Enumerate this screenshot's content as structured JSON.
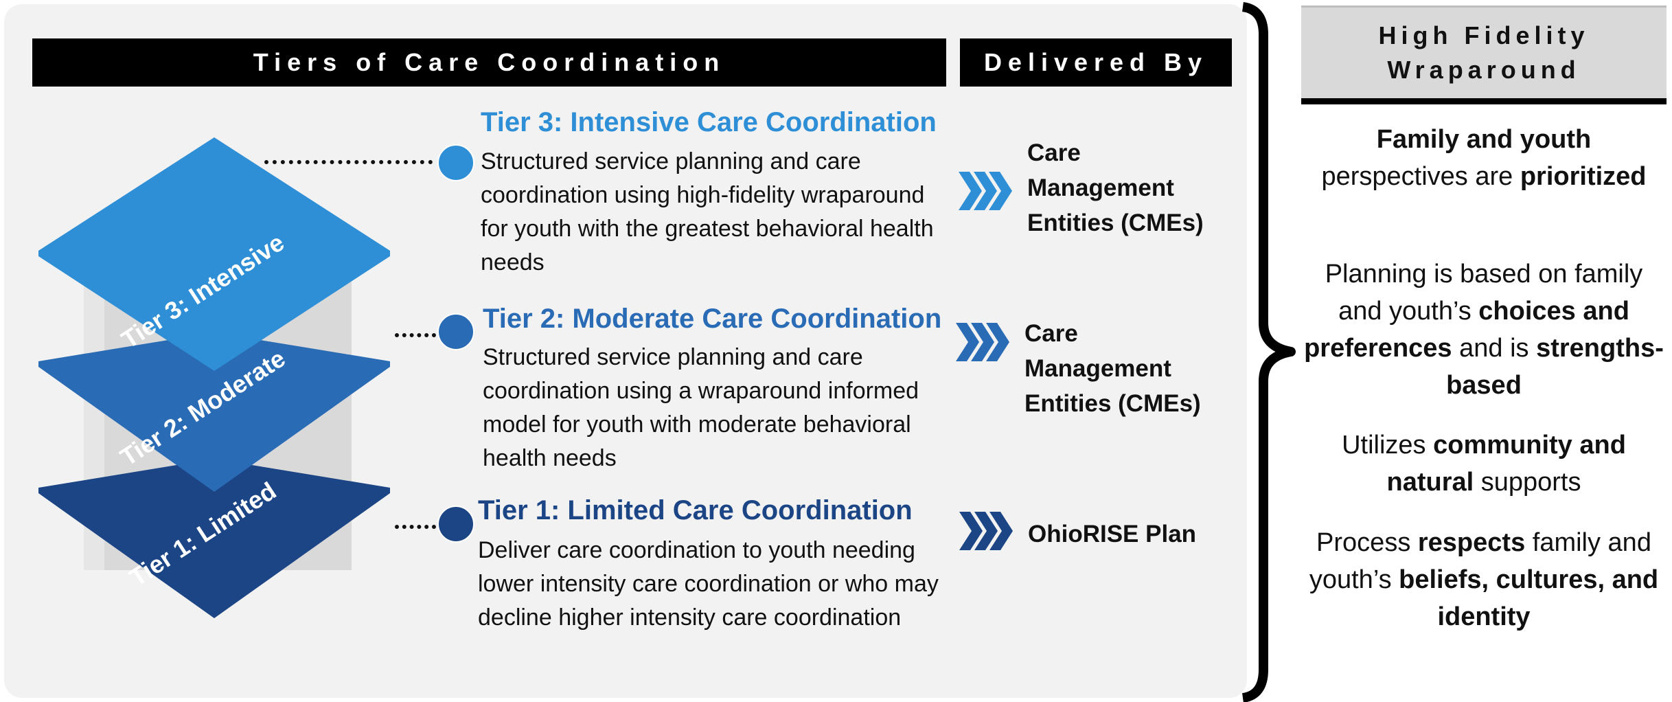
{
  "header": {
    "tiers_title": "Tiers of Care Coordination",
    "delivered_title": "Delivered By"
  },
  "colors": {
    "tier3": "#2f8fd6",
    "tier2": "#2a6bb5",
    "tier1": "#1c4586",
    "background": "#f2f2f2",
    "header_bg": "#000000",
    "side_header_bg": "#d9d9d9"
  },
  "stack_labels": {
    "tier3": "Tier 3: Intensive",
    "tier2": "Tier 2: Moderate",
    "tier1": "Tier 1: Limited"
  },
  "tiers": [
    {
      "title": "Tier 3: Intensive Care Coordination",
      "description": "Structured service planning and care coordination using high-fidelity wraparound for youth with the greatest behavioral health needs",
      "delivered_by": "Care Management Entities (CMEs)"
    },
    {
      "title": "Tier 2: Moderate Care Coordination",
      "description": "Structured service planning and care coordination using a wraparound informed model for youth with moderate behavioral health needs",
      "delivered_by": "Care Management Entities (CMEs)"
    },
    {
      "title": "Tier 1: Limited Care Coordination",
      "description": "Deliver care coordination to youth needing lower intensity care coordination or who may decline higher intensity care coordination",
      "delivered_by": "OhioRISE Plan"
    }
  ],
  "hfw": {
    "title_line1": "High Fidelity",
    "title_line2": "Wraparound",
    "points": [
      {
        "b1": "Family and youth",
        "t1": " perspectives are ",
        "b2": "prioritized",
        "t2": ""
      },
      {
        "t0": "Planning is based on family and youth’s ",
        "b1": "choices and preferences",
        "t1": " and is ",
        "b2": "strengths-based"
      },
      {
        "t0": "Utilizes ",
        "b1": "community and natural",
        "t1": " supports"
      },
      {
        "t0": "Process ",
        "b1": "respects",
        "t1": " family and youth’s ",
        "b2": "beliefs, cultures, and identity"
      }
    ]
  }
}
